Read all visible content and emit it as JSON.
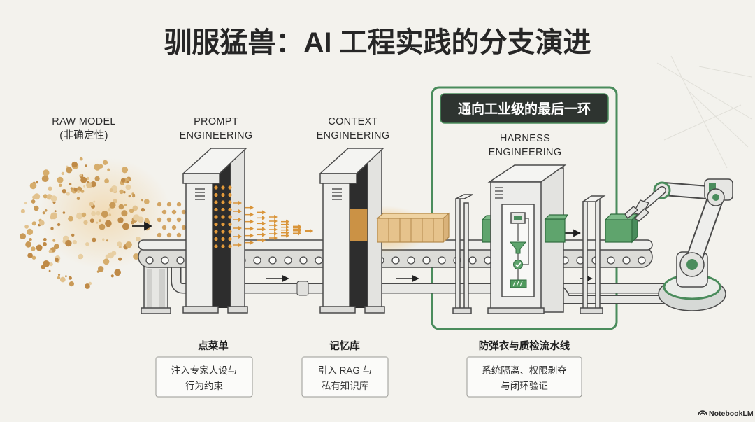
{
  "title": "驯服猛兽：AI 工程实践的分支演进",
  "stages": {
    "raw": {
      "line1": "RAW MODEL",
      "line2": "(非确定性)"
    },
    "prompt": {
      "line1": "PROMPT",
      "line2": "ENGINEERING",
      "name": "点菜单",
      "desc1": "注入专家人设与",
      "desc2": "行为约束"
    },
    "context": {
      "line1": "CONTEXT",
      "line2": "ENGINEERING",
      "name": "记忆库",
      "desc1": "引入 RAG 与",
      "desc2": "私有知识库"
    },
    "harness": {
      "banner": "通向工业级的最后一环",
      "line1": "HARNESS",
      "line2": "ENGINEERING",
      "name": "防弹衣与质检流水线",
      "desc1": "系统隔离、权限剥夺",
      "desc2": "与闭环验证"
    }
  },
  "watermark": {
    "text": "NotebookLM",
    "icon": "notebooklm-logo-icon"
  },
  "colors": {
    "background": "#f3f2ed",
    "accent_green": "#4a8c5c",
    "data_dot": "#c99a57",
    "highlight_orange": "#e3a044",
    "banner_dark": "#2e3430"
  }
}
